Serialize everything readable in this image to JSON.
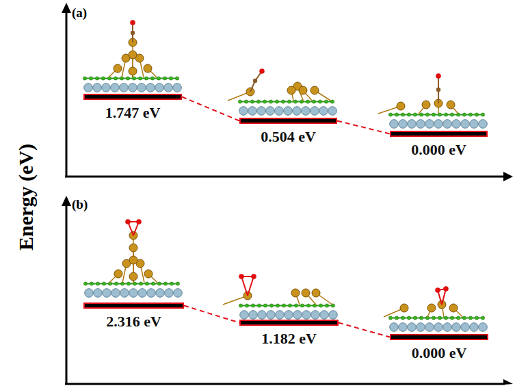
{
  "diagram": {
    "nodes": [
      {
        "text": [
          "1.747 eV"
        ]
      },
      {
        "text": [
          "0.504 eV"
        ]
      },
      {
        "text": [
          "0.000 eV"
        ]
      },
      {
        "text": [
          "2.316 eV"
        ]
      },
      {
        "text": [
          "1.182 eV"
        ]
      },
      {
        "text": [
          "0.000 eV"
        ]
      }
    ],
    "edges": [
      {
        "from": 0,
        "to": 1,
        "arrow": "none"
      },
      {
        "from": 1,
        "to": 2,
        "arrow": "none"
      },
      {
        "from": 3,
        "to": 4,
        "arrow": "none"
      },
      {
        "from": 4,
        "to": 5,
        "arrow": "none"
      }
    ],
    "labels": [
      "(a)",
      "(b)",
      "Energy (eV)"
    ]
  }
}
